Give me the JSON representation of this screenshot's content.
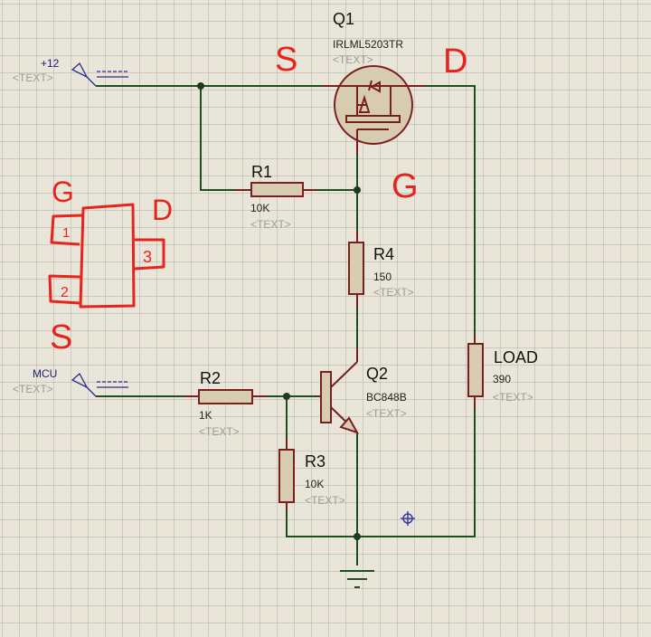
{
  "schematic": {
    "terminals": [
      {
        "id": "vplus",
        "name": "+12",
        "text": "<TEXT>"
      },
      {
        "id": "mcu",
        "name": "MCU",
        "text": "<TEXT>"
      }
    ],
    "components": {
      "q1": {
        "ref": "Q1",
        "value": "IRLML5203TR",
        "text": "<TEXT>"
      },
      "q2": {
        "ref": "Q2",
        "value": "BC848B",
        "text": "<TEXT>"
      },
      "r1": {
        "ref": "R1",
        "value": "10K",
        "text": "<TEXT>"
      },
      "r2": {
        "ref": "R2",
        "value": "1K",
        "text": "<TEXT>"
      },
      "r3": {
        "ref": "R3",
        "value": "10K",
        "text": "<TEXT>"
      },
      "r4": {
        "ref": "R4",
        "value": "150",
        "text": "<TEXT>"
      },
      "load": {
        "ref": "LOAD",
        "value": "390",
        "text": "<TEXT>"
      }
    }
  },
  "annotations": {
    "q1_source": "S",
    "q1_drain": "D",
    "q1_gate": "G",
    "pinout": {
      "gate_label": "G",
      "drain_label": "D",
      "source_label": "S",
      "pin1": "1",
      "pin2": "2",
      "pin3": "3"
    }
  },
  "colors": {
    "wire": "#1f4f1f",
    "component_outline": "#7a1f1f",
    "component_fill": "#d8ccb0",
    "terminal": "#2a2a8a",
    "handwriting": "#e8231b",
    "background": "#e9e6d9"
  }
}
